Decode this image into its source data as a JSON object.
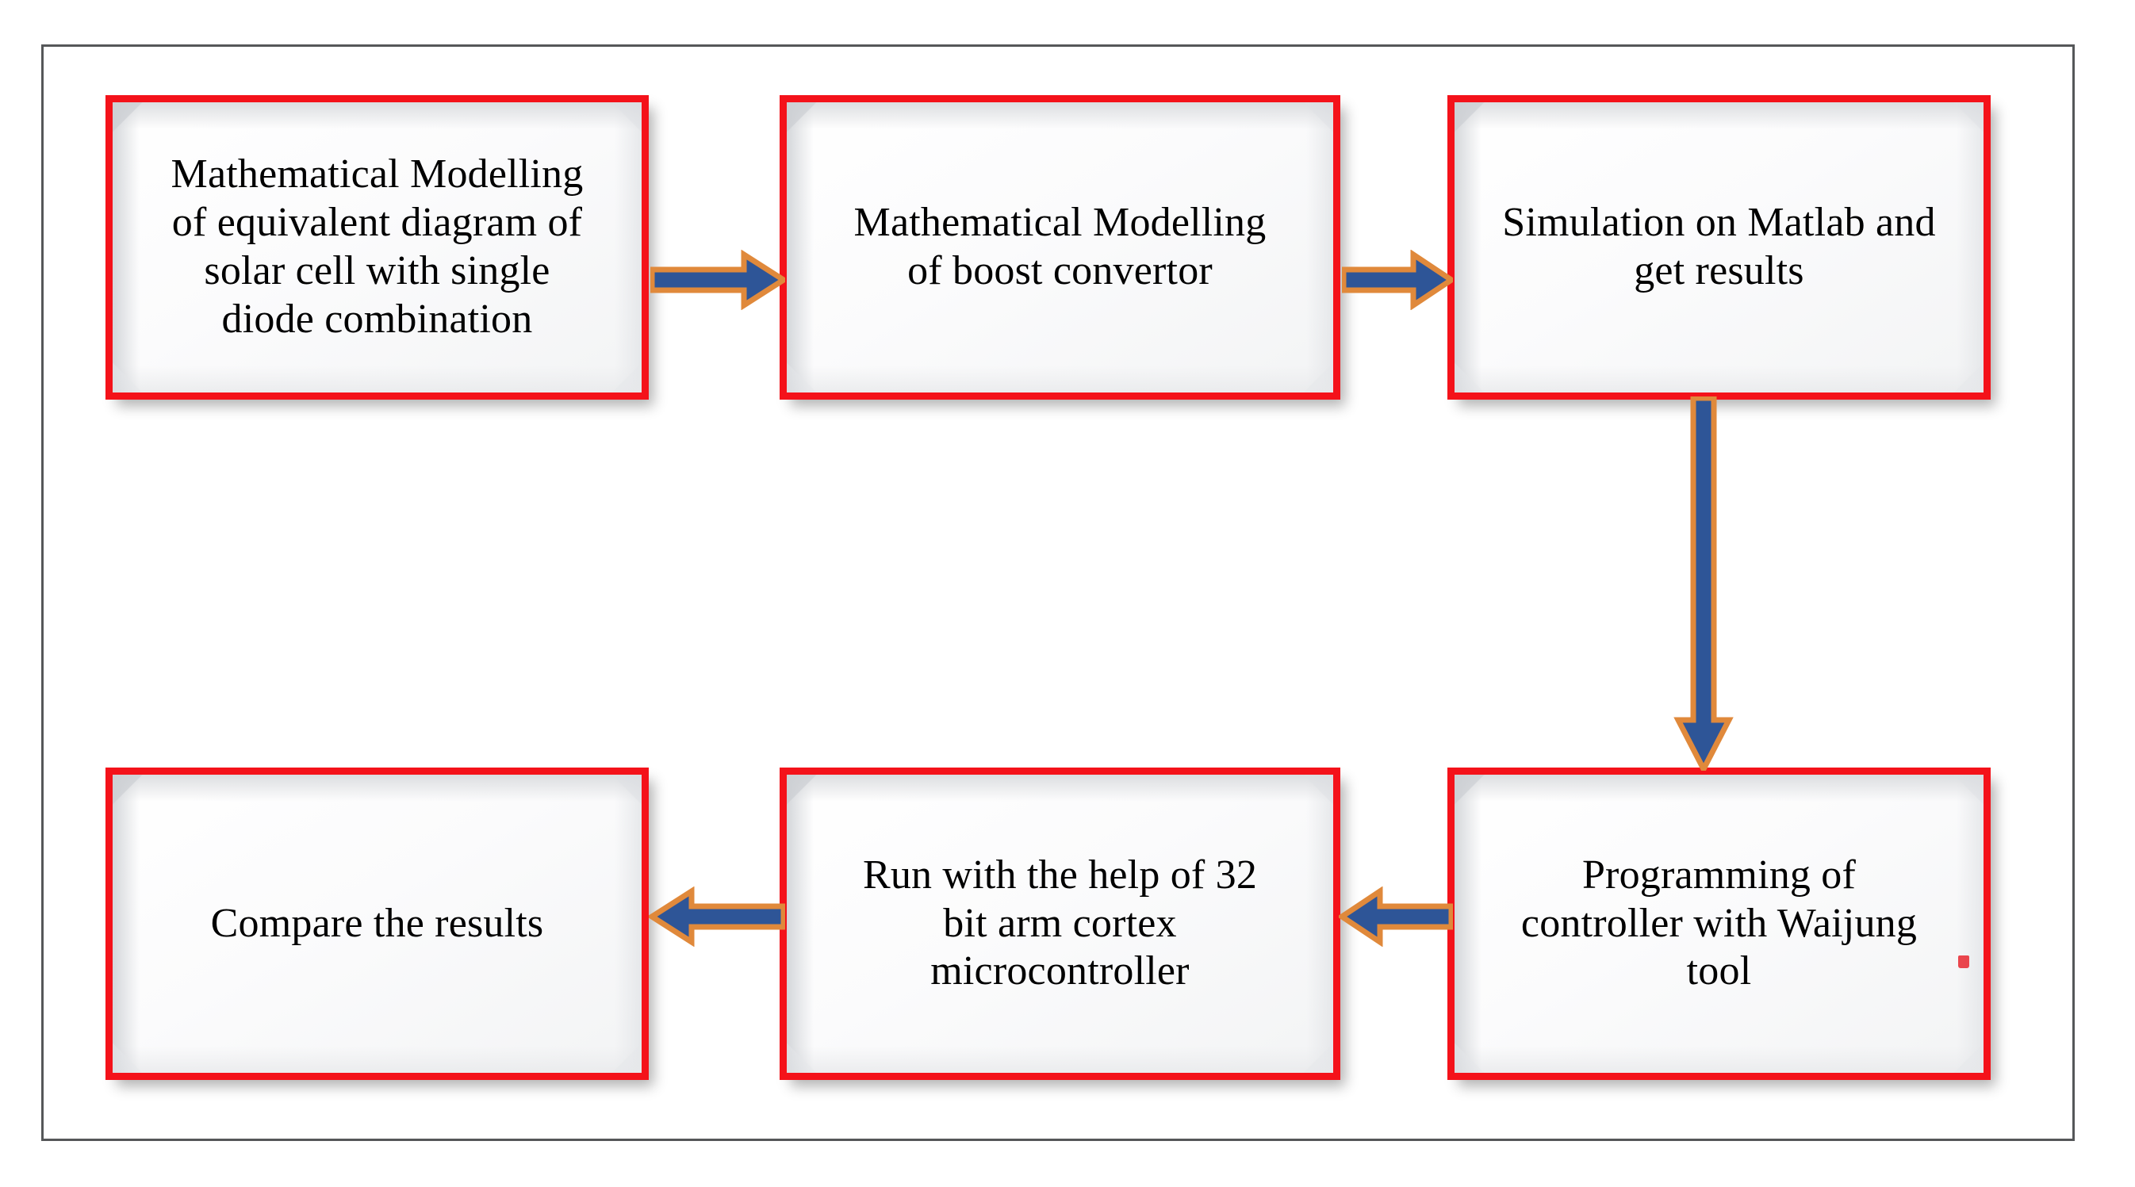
{
  "diagram": {
    "type": "flowchart",
    "orientation": "serpentine-two-rows",
    "frame": {
      "border_color": "#555759"
    },
    "style": {
      "box_border_color": "#f4121a",
      "box_fill_color": "#ffffff",
      "arrow_body_color": "#2e5597",
      "arrow_outline_color": "#e0893b",
      "text_color": "#000000"
    },
    "nodes": [
      {
        "id": "box-1",
        "label": "Mathematical   Modelling\nof  equivalent diagram of\nsolar cell with single\ndiode combination",
        "row": 1,
        "column": 1
      },
      {
        "id": "box-2",
        "label": "Mathematical  Modelling\nof boost convertor",
        "row": 1,
        "column": 2
      },
      {
        "id": "box-3",
        "label": "Simulation on Matlab and\nget results",
        "row": 1,
        "column": 3
      },
      {
        "id": "box-4",
        "label": "Programming of\ncontroller with Waijung\ntool",
        "row": 2,
        "column": 3,
        "spell_check_flag": true
      },
      {
        "id": "box-5",
        "label": "Run with the help of 32\nbit arm cortex\nmicrocontroller",
        "row": 2,
        "column": 2
      },
      {
        "id": "box-6",
        "label": "Compare the results",
        "row": 2,
        "column": 1
      }
    ],
    "edges": [
      {
        "id": "arrow-1-2",
        "from": "box-1",
        "to": "box-2",
        "direction": "right"
      },
      {
        "id": "arrow-2-3",
        "from": "box-2",
        "to": "box-3",
        "direction": "right"
      },
      {
        "id": "arrow-3-4",
        "from": "box-3",
        "to": "box-4",
        "direction": "down"
      },
      {
        "id": "arrow-4-5",
        "from": "box-4",
        "to": "box-5",
        "direction": "left"
      },
      {
        "id": "arrow-5-6",
        "from": "box-5",
        "to": "box-6",
        "direction": "left"
      }
    ]
  }
}
